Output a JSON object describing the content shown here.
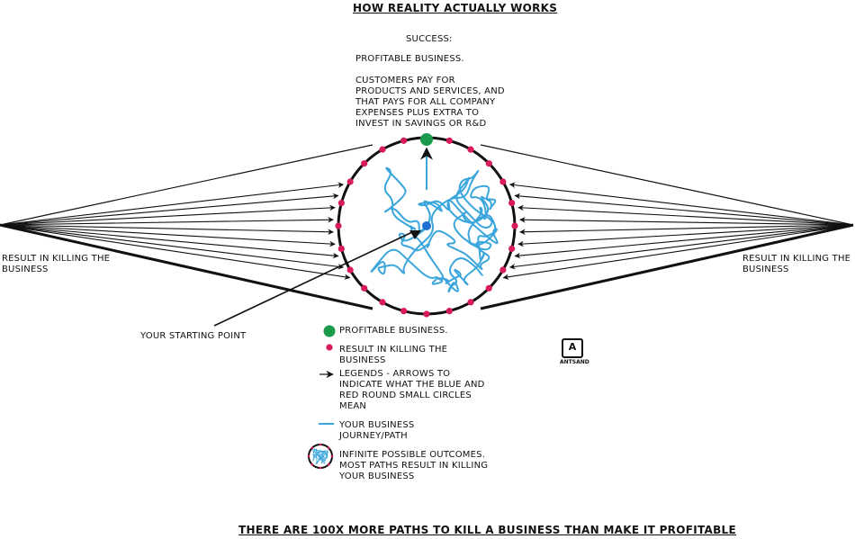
{
  "title": "HOW REALITY ACTUALLY WORKS",
  "success": {
    "heading": "SUCCESS:",
    "line1": "PROFITABLE BUSINESS.",
    "description": "CUSTOMERS PAY FOR PRODUCTS AND SERVICES, AND THAT PAYS FOR ALL COMPANY EXPENSES PLUS EXTRA TO INVEST IN SAVINGS OR R&D"
  },
  "left_label": "RESULT IN KILLING THE BUSINESS",
  "right_label": "RESULT IN KILLING THE BUSINESS",
  "starting_point": "YOUR STARTING POINT",
  "legend": {
    "profitable": "PROFITABLE BUSINESS.",
    "killing": "RESULT IN KILLING THE BUSINESS",
    "arrows": "LEGENDS  - ARROWS TO INDICATE WHAT THE BLUE AND RED ROUND SMALL CIRCLES MEAN",
    "path": "YOUR BUSINESS JOURNEY/PATH",
    "outcomes": "INFINITE POSSIBLE OUTCOMES. MOST PATHS RESULT IN KILLING YOUR BUSINESS"
  },
  "logo": {
    "letter": "A",
    "name": "ANTSAND"
  },
  "footer": "THERE ARE 100X MORE PATHS TO KILL A BUSINESS THAN MAKE IT PROFITABLE",
  "colors": {
    "success": "#1a9a4a",
    "failure": "#d81b5a",
    "path": "#3aa6dc",
    "ink": "#111111"
  }
}
